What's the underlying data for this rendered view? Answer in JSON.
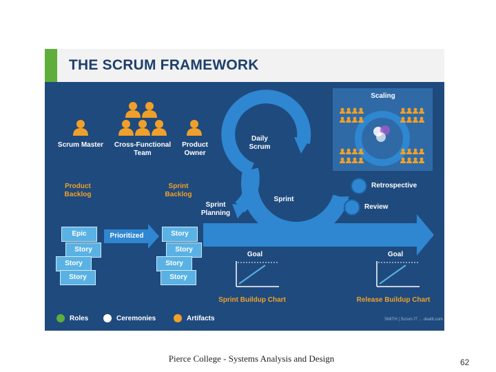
{
  "title": "THE SCRUM FRAMEWORK",
  "roles": {
    "scrum_master": "Scrum Master",
    "team": "Cross-Functional Team",
    "product_owner": "Product Owner"
  },
  "artifacts": {
    "product_backlog": "Product Backlog",
    "sprint_backlog": "Sprint Backlog"
  },
  "backlog_cards": {
    "product": [
      "Epic",
      "Story",
      "Story",
      "Story"
    ],
    "sprint": [
      "Story",
      "Story",
      "Story",
      "Story"
    ]
  },
  "prioritized": "Prioritized",
  "ceremonies": {
    "daily_scrum": "Daily Scrum",
    "sprint": "Sprint",
    "sprint_planning": "Sprint Planning",
    "scaling": "Scaling",
    "retrospective": "Retrospective",
    "review": "Review"
  },
  "charts": {
    "goal_1": "Goal",
    "goal_2": "Goal",
    "sprint_buildup": "Sprint Buildup Chart",
    "release_buildup": "Release Buildup Chart"
  },
  "legend": {
    "roles": "Roles",
    "ceremonies": "Ceremonies",
    "artifacts": "Artifacts"
  },
  "credit": "SMITH | Scrum IT … dealtt.com",
  "colors": {
    "background": "#1f4a7d",
    "roles": "#5fae3b",
    "ceremonies": "#ffffff",
    "artifacts": "#f0a02a",
    "flow": "#2f86d1",
    "card": "#5ab2e4"
  },
  "caption": "Pierce College - Systems Analysis and Design",
  "page_number": "62"
}
